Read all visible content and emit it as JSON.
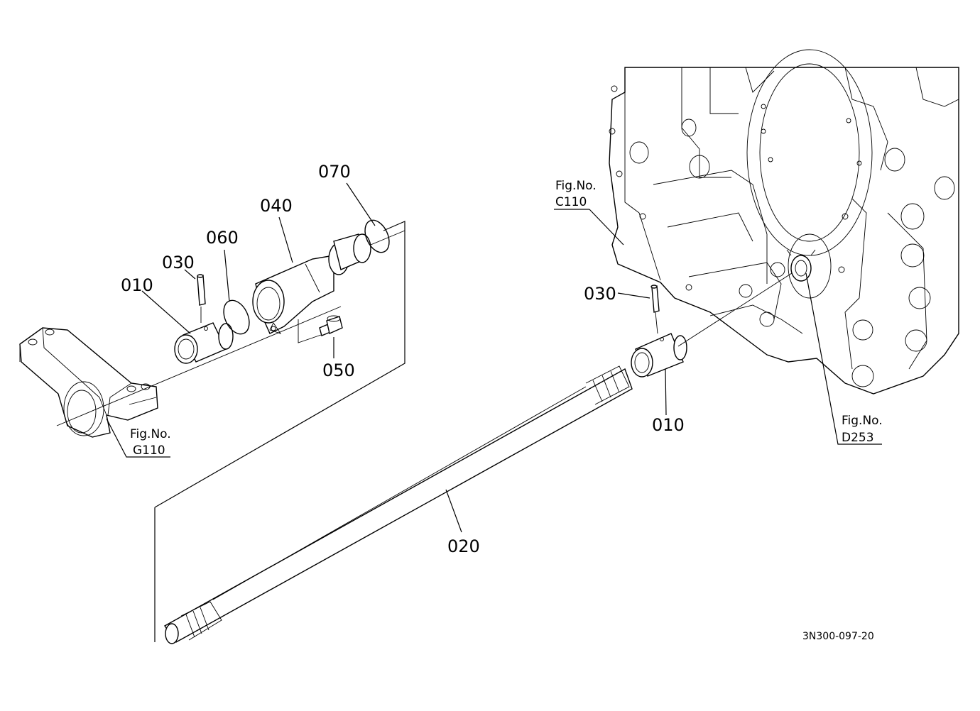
{
  "diagram": {
    "code": "3N300-097-20",
    "callouts": [
      {
        "id": "c-070",
        "text": "070"
      },
      {
        "id": "c-040",
        "text": "040"
      },
      {
        "id": "c-060",
        "text": "060"
      },
      {
        "id": "c-030-left",
        "text": "030"
      },
      {
        "id": "c-010-left",
        "text": "010"
      },
      {
        "id": "c-050",
        "text": "050"
      },
      {
        "id": "c-030-right",
        "text": "030"
      },
      {
        "id": "c-010-right",
        "text": "010"
      },
      {
        "id": "c-020",
        "text": "020"
      }
    ],
    "references": [
      {
        "id": "ref-g110",
        "line1": "Fig.No.",
        "line2": "G110"
      },
      {
        "id": "ref-c110",
        "line1": "Fig.No.",
        "line2": "C110"
      },
      {
        "id": "ref-d253",
        "line1": "Fig.No.",
        "line2": "D253"
      }
    ]
  }
}
